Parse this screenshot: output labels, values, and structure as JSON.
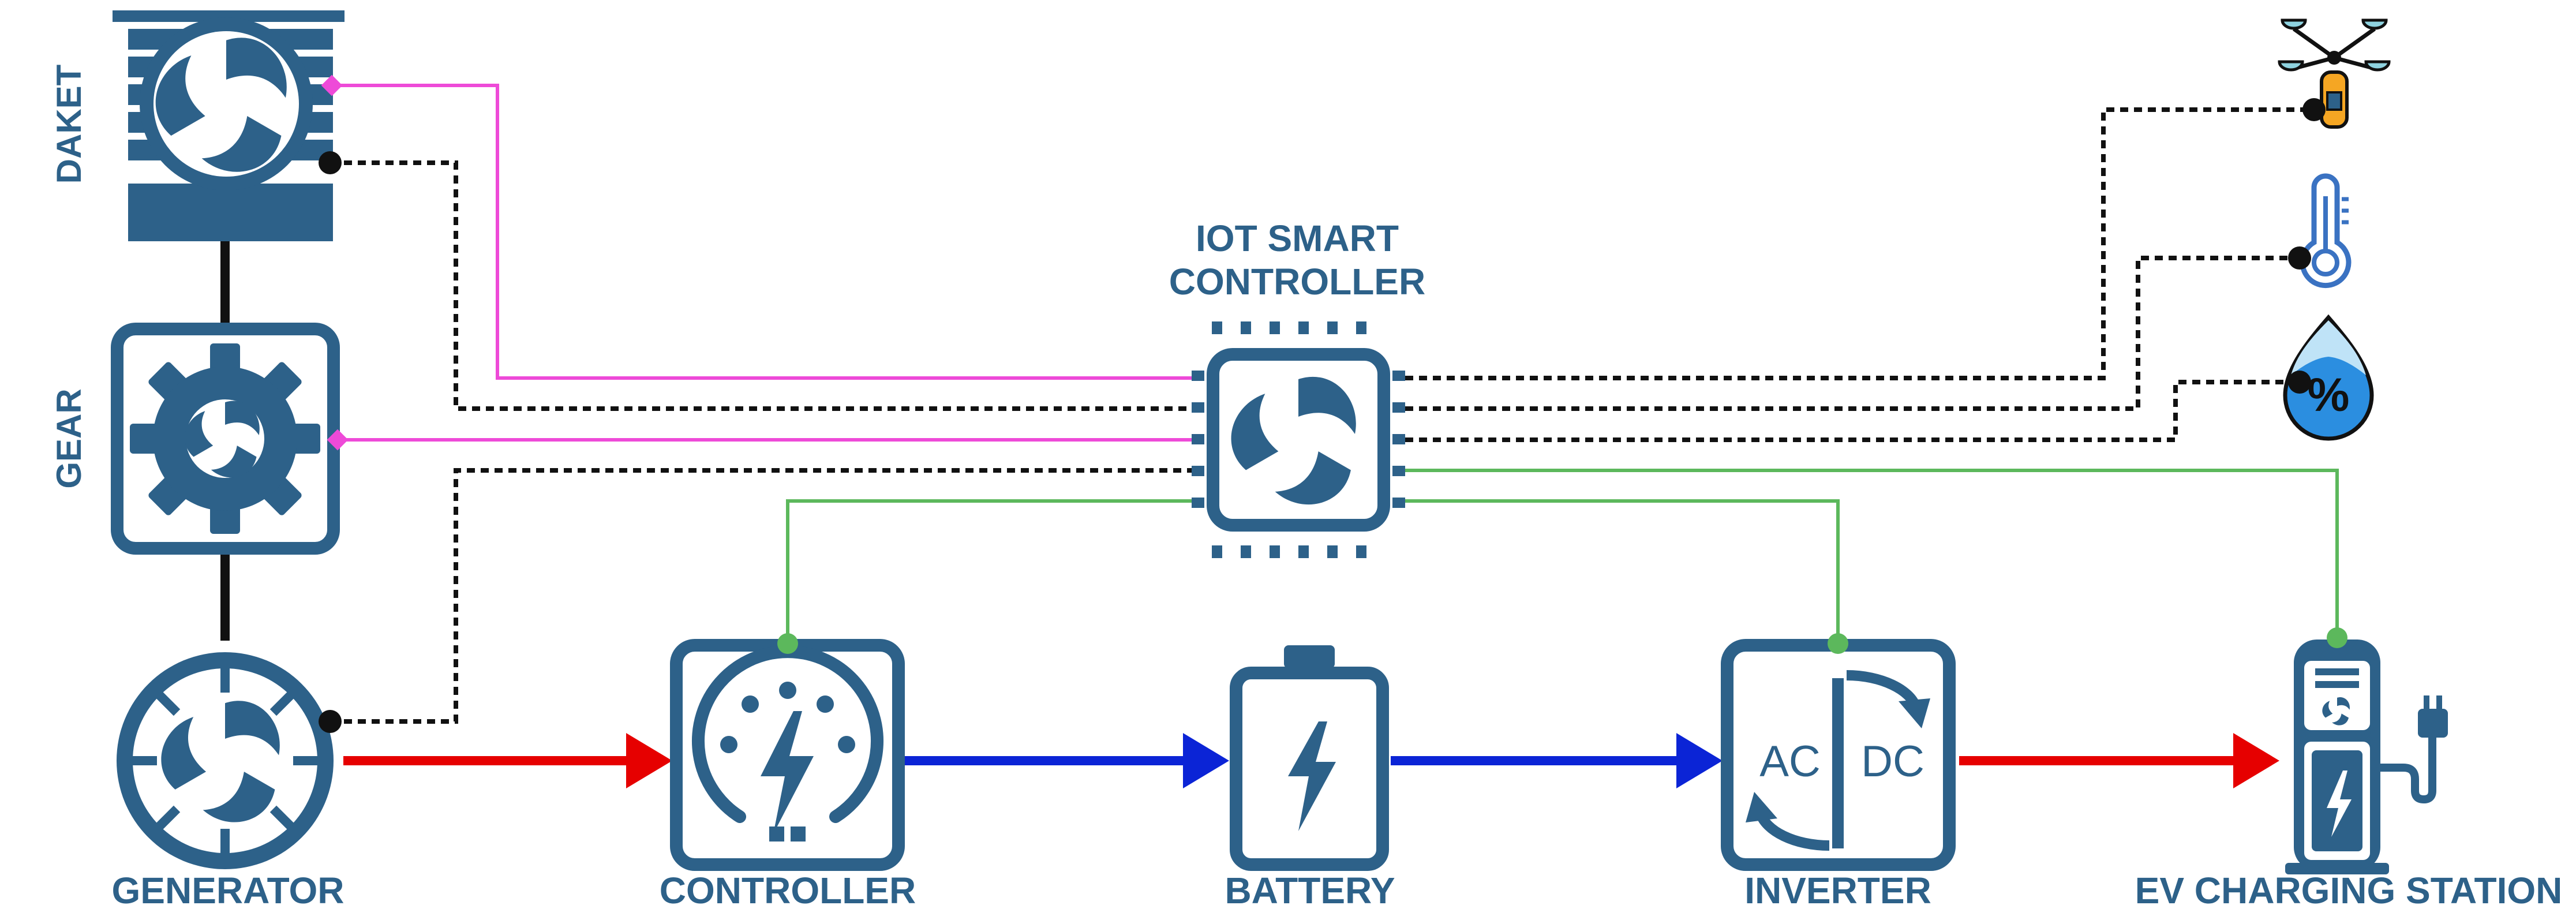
{
  "diagram": {
    "labels": {
      "daket": "DAKET",
      "gear": "GEAR",
      "generator": "GENERATOR",
      "controller": "CONTROLLER",
      "battery": "BATTERY",
      "inverter": "INVERTER",
      "ev_station": "EV CHARGING STATION",
      "iot_line1": "IOT SMART",
      "iot_line2": "CONTROLLER",
      "inverter_ac": "AC",
      "inverter_dc": "DC",
      "percent": "%"
    },
    "icons": [
      "daket-icon",
      "gear-icon",
      "generator-icon",
      "charge-controller-icon",
      "battery-icon",
      "inverter-icon",
      "ev-charging-station-icon",
      "iot-chip-icon",
      "anemometer-icon",
      "thermometer-icon",
      "humidity-drop-icon"
    ],
    "colors": {
      "primary": "#2d6189",
      "power_ac": "#e60000",
      "power_dc": "#0b24d6",
      "control_signal": "#ee4ad8",
      "sensor_signal": "#111111",
      "monitor_signal": "#5cb85c",
      "sensor_orange": "#f5a623",
      "water_blue": "#2b8ee0"
    }
  }
}
